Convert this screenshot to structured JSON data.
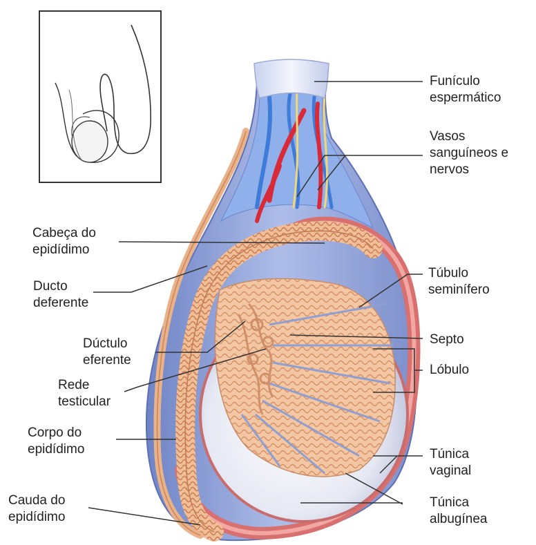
{
  "labels": {
    "funiculo": [
      "Funículo",
      "espermático"
    ],
    "vasos": [
      "Vasos",
      "sanguíneos e",
      "nervos"
    ],
    "cabeca": [
      "Cabeça do",
      "epidídimo"
    ],
    "ducto": [
      "Ducto",
      "deferente"
    ],
    "tubulo": [
      "Túbulo",
      "seminífero"
    ],
    "septo": [
      "Septo"
    ],
    "ductulo": [
      "Dúctulo",
      "eferente"
    ],
    "lobulo": [
      "Lóbulo"
    ],
    "rede": [
      "Rede",
      "testicular"
    ],
    "corpo": [
      "Corpo do",
      "epidídimo"
    ],
    "tunica_vaginal": [
      "Túnica",
      "vaginal"
    ],
    "cauda": [
      "Cauda do",
      "epidídimo"
    ],
    "tunica_albuginea": [
      "Túnica",
      "albugínea"
    ]
  },
  "colors": {
    "sheath_blue": "#7f93cf",
    "sheath_light": "#c9d6f3",
    "vessel_blue": "#3e7fd6",
    "artery_red": "#d92a3a",
    "nerve_yellow": "#f0d77a",
    "tissue": "#f2c4a0",
    "tissue_dark": "#d9936a",
    "tunica_red": "#d86f6f",
    "albuginea": "#e9eaf3",
    "leader": "#333333"
  }
}
